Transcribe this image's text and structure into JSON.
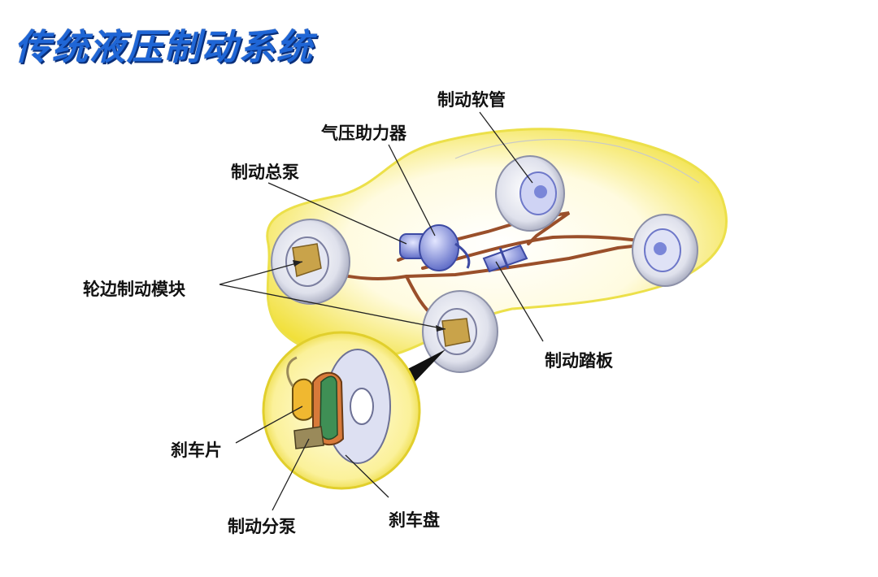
{
  "title": "传统液压制动系统",
  "labels": {
    "brake_hose": "制动软管",
    "vacuum_booster": "气压助力器",
    "master_cylinder": "制动总泵",
    "wheel_brake_module": "轮边制动模块",
    "brake_pedal": "制动踏板",
    "brake_pad": "刹车片",
    "wheel_cylinder": "制动分泵",
    "brake_disc": "刹车盘"
  },
  "colors": {
    "title": "#1f66d6",
    "car_body": "#f5e64a",
    "brake_line": "#9a4f2a",
    "tire": "#d9dbe6",
    "component": "#7a86d8"
  }
}
